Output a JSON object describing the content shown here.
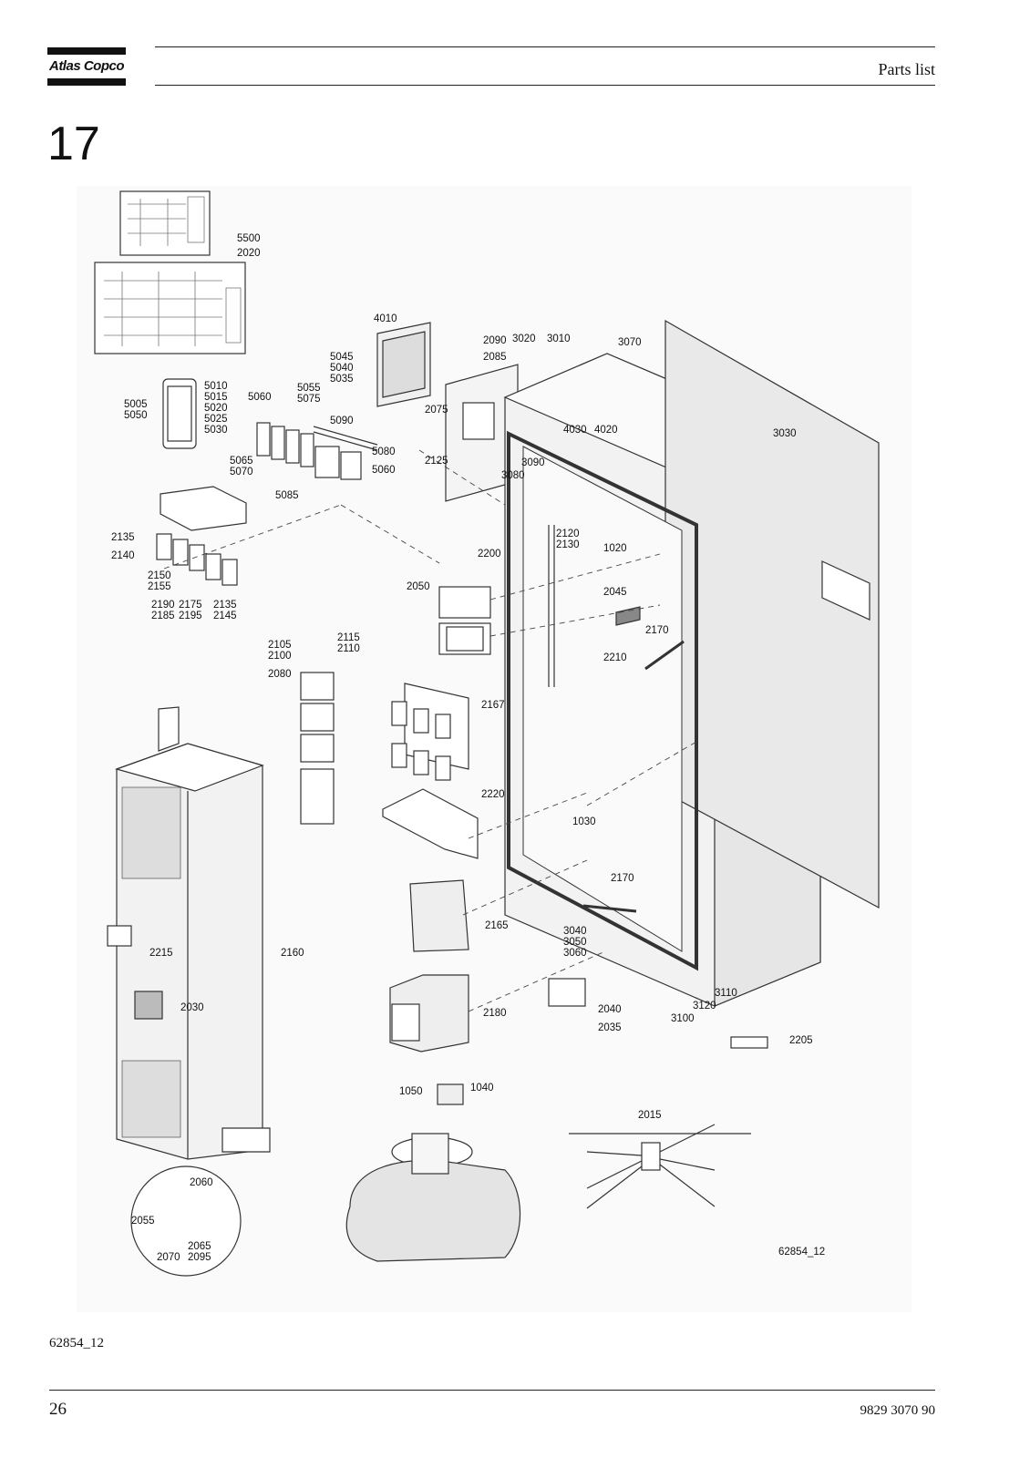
{
  "header": {
    "brand": "Atlas Copco",
    "section_title": "Parts list"
  },
  "chapter_number": "17",
  "figure": {
    "callouts": [
      {
        "id": "c5500",
        "text": "5500"
      },
      {
        "id": "c2020",
        "text": "2020"
      },
      {
        "id": "c4010",
        "text": "4010"
      },
      {
        "id": "c2090",
        "text": "2090"
      },
      {
        "id": "c3020",
        "text": "3020"
      },
      {
        "id": "c3010",
        "text": "3010"
      },
      {
        "id": "c3070",
        "text": "3070"
      },
      {
        "id": "c2085",
        "text": "2085"
      },
      {
        "id": "c5045",
        "text": "5045\n5040\n5035"
      },
      {
        "id": "c5010",
        "text": "5010\n5015\n5020\n5025\n5030"
      },
      {
        "id": "c5005",
        "text": "5005\n5050"
      },
      {
        "id": "c5060a",
        "text": "5060"
      },
      {
        "id": "c5055",
        "text": "5055\n5075"
      },
      {
        "id": "c5090",
        "text": "5090"
      },
      {
        "id": "c2075",
        "text": "2075"
      },
      {
        "id": "c4030",
        "text": "4030"
      },
      {
        "id": "c4020",
        "text": "4020"
      },
      {
        "id": "c3030",
        "text": "3030"
      },
      {
        "id": "c5080",
        "text": "5080"
      },
      {
        "id": "c5060b",
        "text": "5060"
      },
      {
        "id": "c5065",
        "text": "5065\n5070"
      },
      {
        "id": "c2125",
        "text": "2125"
      },
      {
        "id": "c3090",
        "text": "3090"
      },
      {
        "id": "c3080",
        "text": "3080"
      },
      {
        "id": "c5085",
        "text": "5085"
      },
      {
        "id": "c2135a",
        "text": "2135"
      },
      {
        "id": "c2140",
        "text": "2140"
      },
      {
        "id": "c2120",
        "text": "2120\n2130"
      },
      {
        "id": "c1020",
        "text": "1020"
      },
      {
        "id": "c2200",
        "text": "2200"
      },
      {
        "id": "c2150",
        "text": "2150\n2155"
      },
      {
        "id": "c2050",
        "text": "2050"
      },
      {
        "id": "c2045",
        "text": "2045"
      },
      {
        "id": "c2190",
        "text": "2190\n2185"
      },
      {
        "id": "c2175",
        "text": "2175\n2195"
      },
      {
        "id": "c2135b",
        "text": "2135\n2145"
      },
      {
        "id": "c2170a",
        "text": "2170"
      },
      {
        "id": "c2105",
        "text": "2105\n2100"
      },
      {
        "id": "c2115",
        "text": "2115\n2110"
      },
      {
        "id": "c2210",
        "text": "2210"
      },
      {
        "id": "c2080",
        "text": "2080"
      },
      {
        "id": "c2167",
        "text": "2167"
      },
      {
        "id": "c2220",
        "text": "2220"
      },
      {
        "id": "c1030",
        "text": "1030"
      },
      {
        "id": "c2170b",
        "text": "2170"
      },
      {
        "id": "c2165",
        "text": "2165"
      },
      {
        "id": "c3040",
        "text": "3040\n3050\n3060"
      },
      {
        "id": "c2215",
        "text": "2215"
      },
      {
        "id": "c2160",
        "text": "2160"
      },
      {
        "id": "c3110",
        "text": "3110"
      },
      {
        "id": "c3120",
        "text": "3120"
      },
      {
        "id": "c3100",
        "text": "3100"
      },
      {
        "id": "c2030",
        "text": "2030"
      },
      {
        "id": "c2180",
        "text": "2180"
      },
      {
        "id": "c2040",
        "text": "2040"
      },
      {
        "id": "c2035",
        "text": "2035"
      },
      {
        "id": "c2205",
        "text": "2205"
      },
      {
        "id": "c1050",
        "text": "1050"
      },
      {
        "id": "c1040",
        "text": "1040"
      },
      {
        "id": "c2015",
        "text": "2015"
      },
      {
        "id": "c2060",
        "text": "2060"
      },
      {
        "id": "c2055",
        "text": "2055"
      },
      {
        "id": "c2065",
        "text": "2065\n2095"
      },
      {
        "id": "c2070",
        "text": "2070"
      },
      {
        "id": "c62854",
        "text": "62854_12"
      }
    ]
  },
  "figure_reference": "62854_12",
  "footer": {
    "page_number": "26",
    "document_number": "9829 3070 90"
  }
}
